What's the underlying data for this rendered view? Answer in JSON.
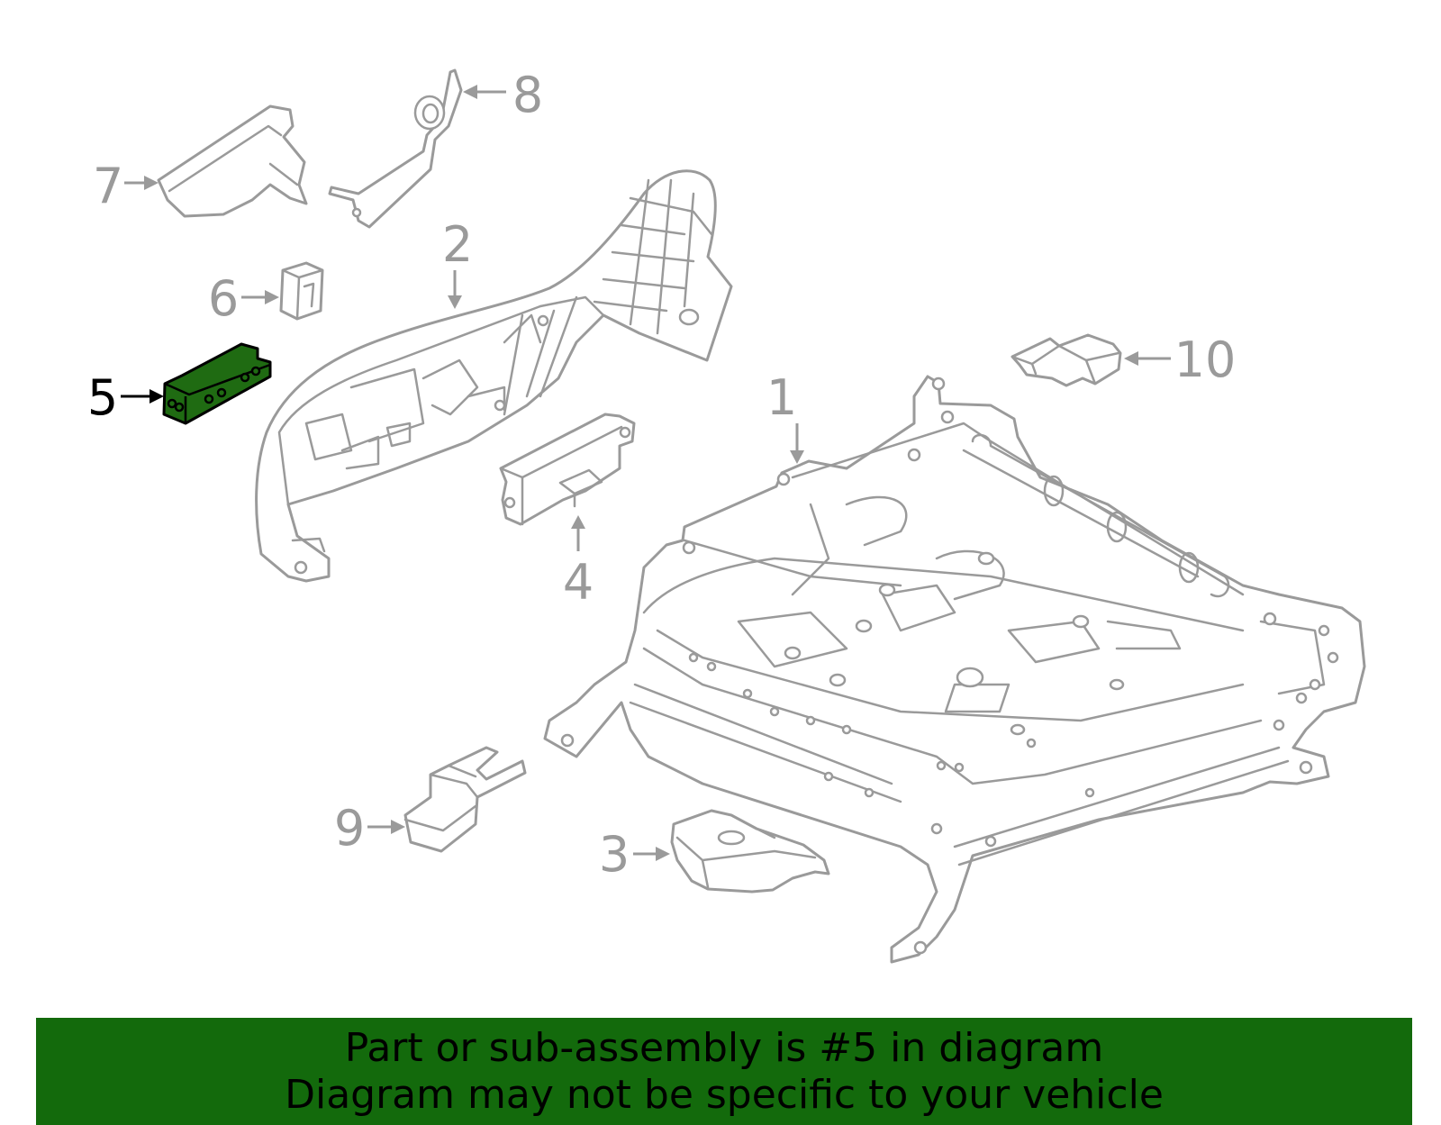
{
  "callouts": {
    "c1": "1",
    "c2": "2",
    "c3": "3",
    "c4": "4",
    "c5": "5",
    "c6": "6",
    "c7": "7",
    "c8": "8",
    "c9": "9",
    "c10": "10"
  },
  "highlighted_part": "5",
  "colors": {
    "highlight_fill": "#1f6b12",
    "banner_background": "#136a0c",
    "line_art": "#9a9a9a"
  },
  "banner": {
    "line1": "Part or sub-assembly is #5 in diagram",
    "line2": "Diagram may not be specific to your vehicle"
  }
}
